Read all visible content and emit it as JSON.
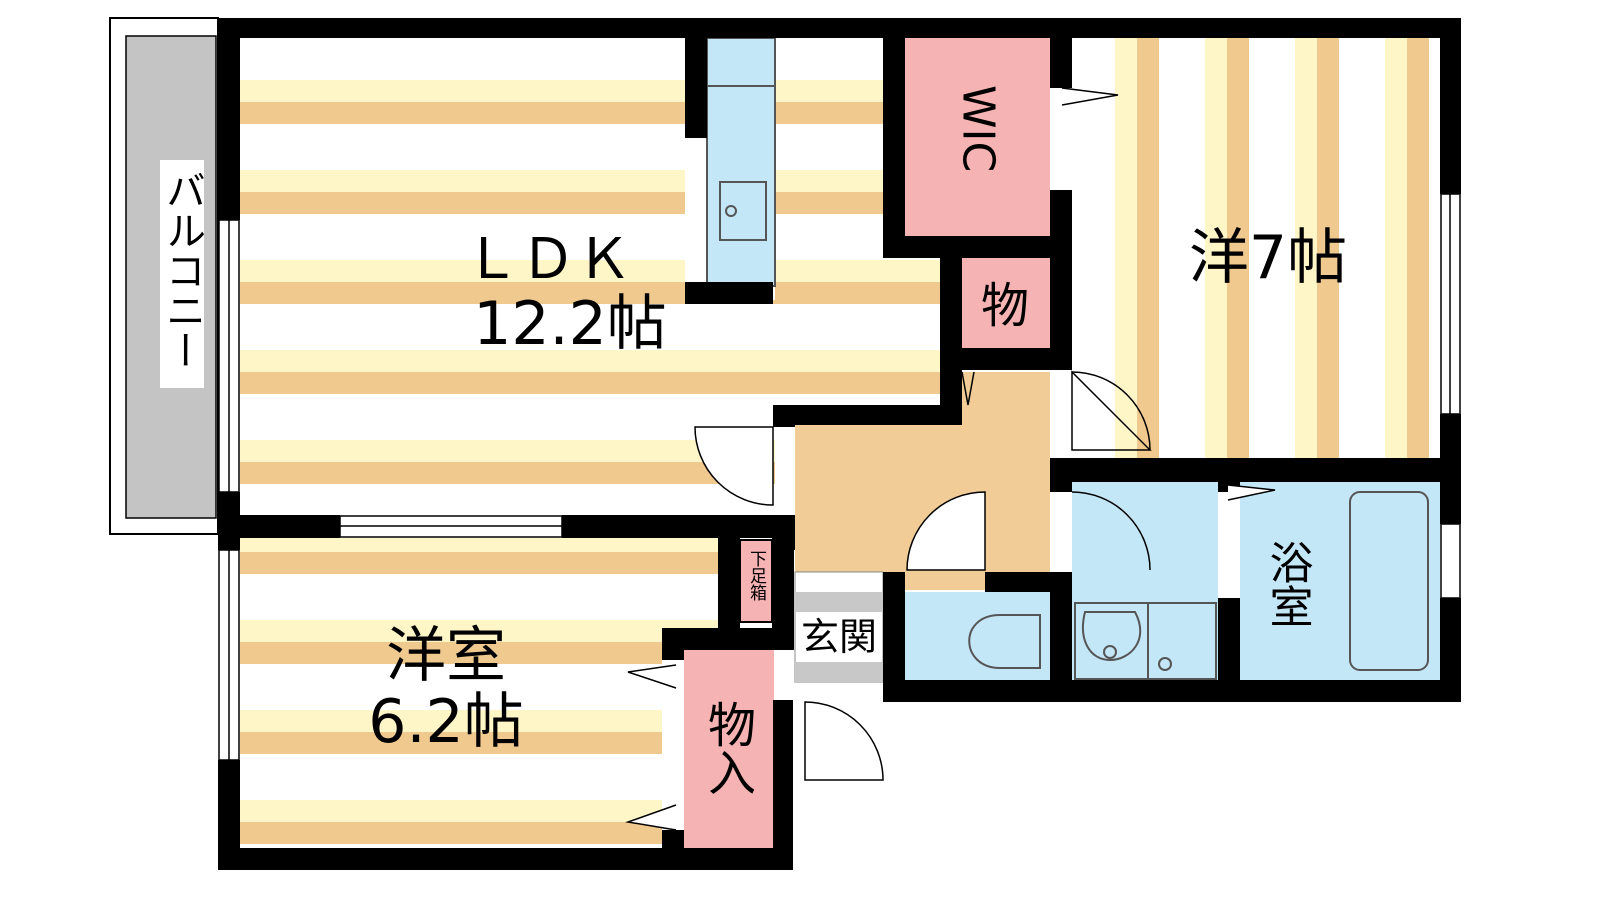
{
  "floorplan": {
    "balcony": "バルコニー",
    "ldk": {
      "name": "ＬＤＫ",
      "size": "12.2帖"
    },
    "wic": "WIC",
    "storage_small": "物",
    "western_7": "洋7帖",
    "western_6": {
      "name": "洋室",
      "size": "6.2帖"
    },
    "shoe_box": "下足箱",
    "entrance": "玄関",
    "closet": "物入",
    "bath": "浴室"
  },
  "colors": {
    "wall": "#000000",
    "floor_stripe": "#f0c98e",
    "floor_stripe_light": "#fff6c8",
    "hall": "#f1cc96",
    "wet_area": "#c4e7f8",
    "storage": "#f5b3b3",
    "balcony": "#c4c4c4"
  }
}
